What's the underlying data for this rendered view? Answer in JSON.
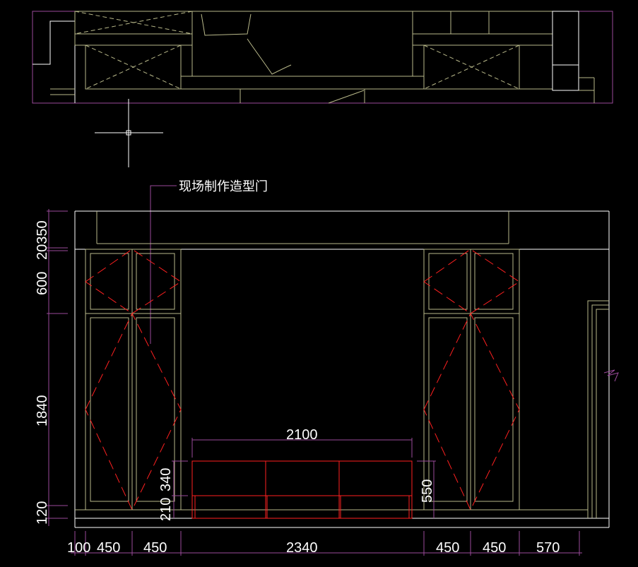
{
  "drawing": {
    "annotation": "现场制作造型门",
    "colors": {
      "background": "#000000",
      "cabinet_line": "#b9b98a",
      "wall_line": "#ffffff",
      "dimension_line": "#9a4a9a",
      "hidden_line": "#ff2020",
      "sofa": "#ff2020"
    },
    "dimensions": {
      "vertical_left": [
        "20350",
        "600",
        "1840",
        "120"
      ],
      "sofa_heights": [
        "210",
        "340"
      ],
      "sofa_side_height": "550",
      "sofa_width": "2100",
      "bottom": [
        "100",
        "450",
        "450",
        "2340",
        "450",
        "450",
        "570"
      ]
    },
    "icons": {
      "cursor": "crosshair-cursor-icon"
    }
  }
}
